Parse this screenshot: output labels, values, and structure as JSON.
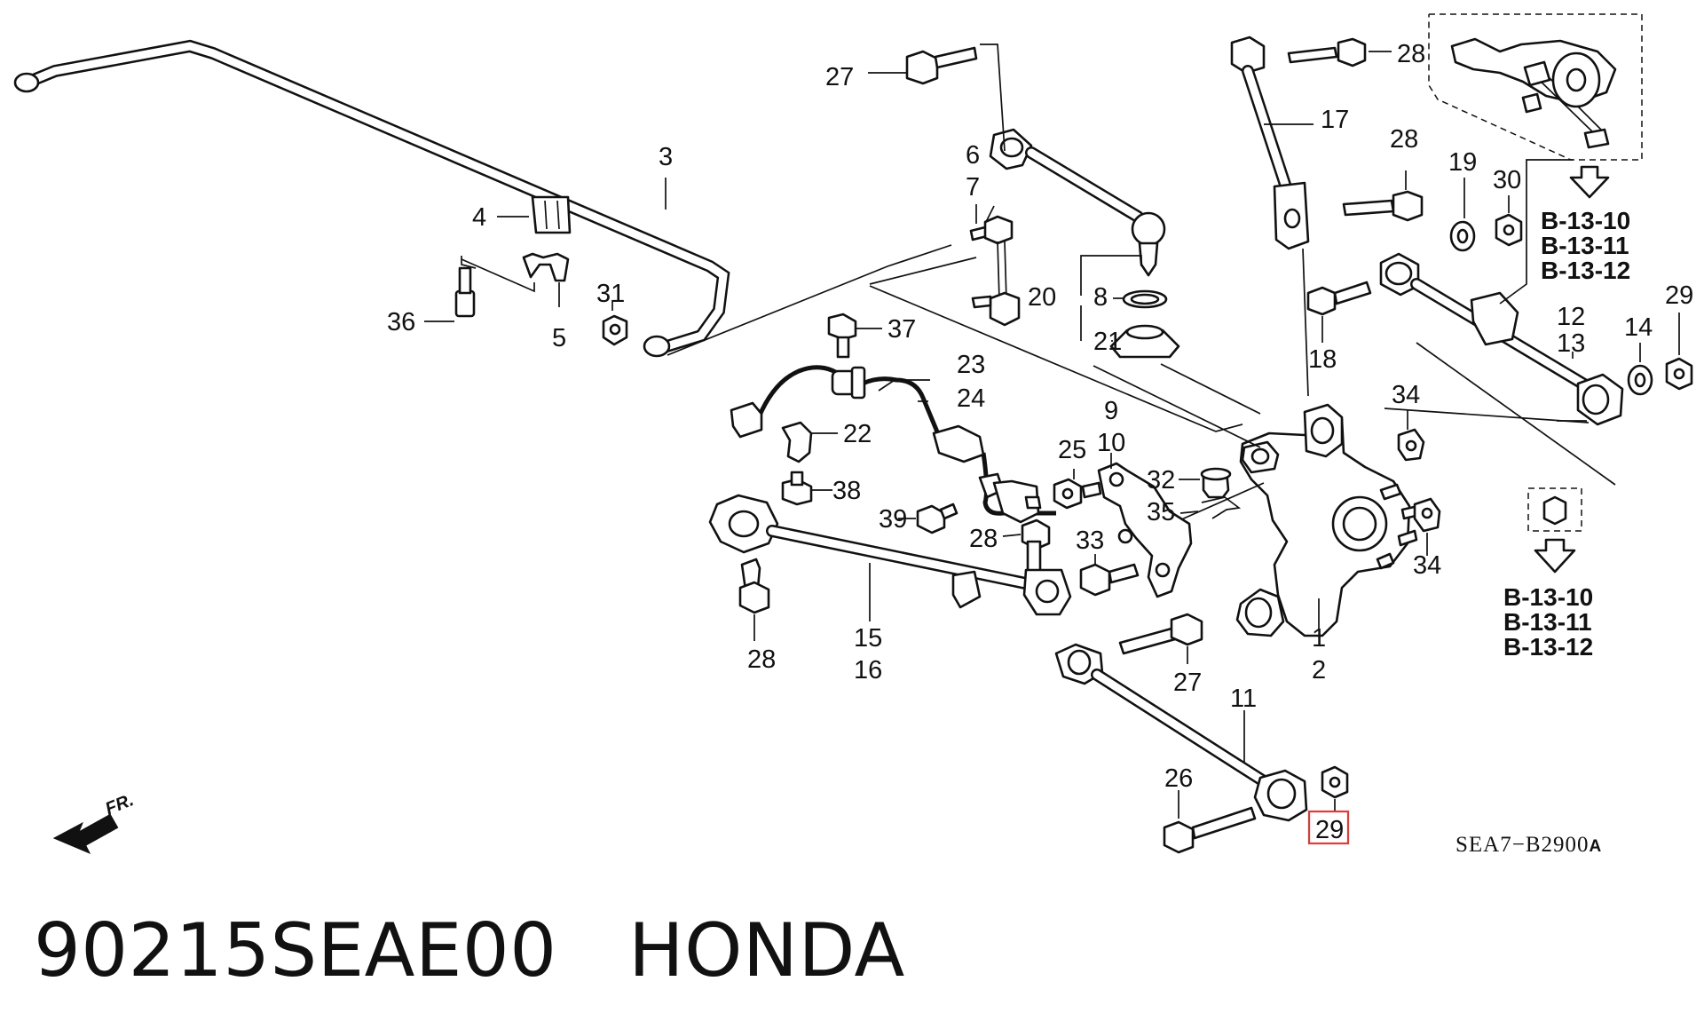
{
  "caption": {
    "part_number": "90215SEAE00",
    "brand": "HONDA"
  },
  "drawing_code": "SEA7−B2900",
  "drawing_code_suffix": "A",
  "front_arrow_label": "FR.",
  "highlighted_callout": "29",
  "callouts": {
    "c1": "1",
    "c2": "2",
    "c3": "3",
    "c4": "4",
    "c5": "5",
    "c6": "6",
    "c7": "7",
    "c8": "8",
    "c9": "9",
    "c10": "10",
    "c11": "11",
    "c12": "12",
    "c13": "13",
    "c14": "14",
    "c15": "15",
    "c16": "16",
    "c17": "17",
    "c18": "18",
    "c19": "19",
    "c20": "20",
    "c21": "21",
    "c22": "22",
    "c23": "23",
    "c24": "24",
    "c25": "25",
    "c26": "26",
    "c27a": "27",
    "c27b": "27",
    "c28a": "28",
    "c28b": "28",
    "c28c": "28",
    "c28d": "28",
    "c29a": "29",
    "c30": "30",
    "c31": "31",
    "c32": "32",
    "c33": "33",
    "c34a": "34",
    "c34b": "34",
    "c35": "35",
    "c36": "36",
    "c37": "37",
    "c38": "38",
    "c39": "39"
  },
  "references_upper": [
    "B-13-10",
    "B-13-11",
    "B-13-12"
  ],
  "references_lower": [
    "B-13-10",
    "B-13-11",
    "B-13-12"
  ]
}
